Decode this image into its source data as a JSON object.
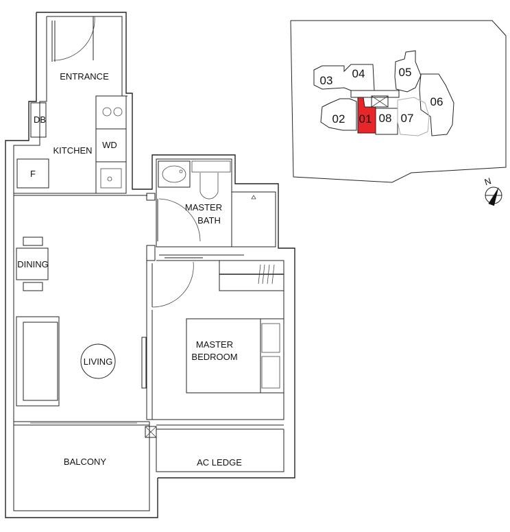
{
  "rooms": {
    "entrance": "ENTRANCE",
    "db": "DB",
    "kitchen": "KITCHEN",
    "wd": "WD",
    "fridge": "F",
    "dining": "DINING",
    "living": "LIVING",
    "master_bath_line1": "MASTER",
    "master_bath_line2": "BATH",
    "master_bedroom_line1": "MASTER",
    "master_bedroom_line2": "BEDROOM",
    "balcony": "BALCONY",
    "ac_ledge": "AC LEDGE"
  },
  "key_plan": {
    "units": [
      "03",
      "04",
      "05",
      "06",
      "02",
      "01",
      "08",
      "07"
    ],
    "highlighted_unit": "01",
    "highlight_color": "#e8262a"
  },
  "north": "N"
}
